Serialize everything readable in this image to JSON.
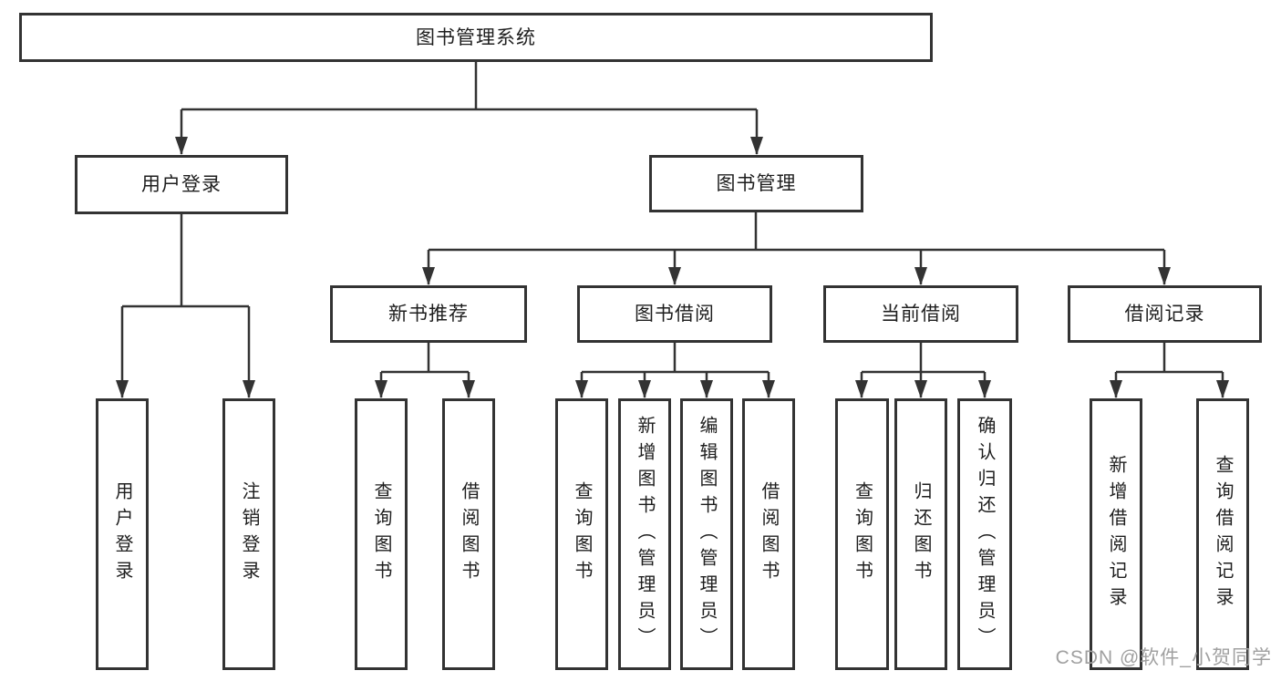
{
  "tree": {
    "root": {
      "label": "图书管理系统",
      "children": [
        {
          "label": "用户登录",
          "children": [
            {
              "label": "用户登录"
            },
            {
              "label": "注销登录"
            }
          ]
        },
        {
          "label": "图书管理",
          "children": [
            {
              "label": "新书推荐",
              "children": [
                {
                  "label": "查询图书"
                },
                {
                  "label": "借阅图书"
                }
              ]
            },
            {
              "label": "图书借阅",
              "children": [
                {
                  "label": "查询图书"
                },
                {
                  "label": "新增图书（管理员）"
                },
                {
                  "label": "编辑图书（管理员）"
                },
                {
                  "label": "借阅图书"
                }
              ]
            },
            {
              "label": "当前借阅",
              "children": [
                {
                  "label": "查询图书"
                },
                {
                  "label": "归还图书"
                },
                {
                  "label": "确认归还（管理员）"
                }
              ]
            },
            {
              "label": "借阅记录",
              "children": [
                {
                  "label": "新增借阅记录"
                },
                {
                  "label": "查询借阅记录"
                }
              ]
            }
          ]
        }
      ]
    }
  },
  "watermark": {
    "text": "CSDN @软件_小贺同学"
  },
  "colors": {
    "line": "#333333",
    "box_border": "#333333",
    "text": "#1e1e1e",
    "watermark": "#a0a0a0",
    "background": "#ffffff"
  }
}
